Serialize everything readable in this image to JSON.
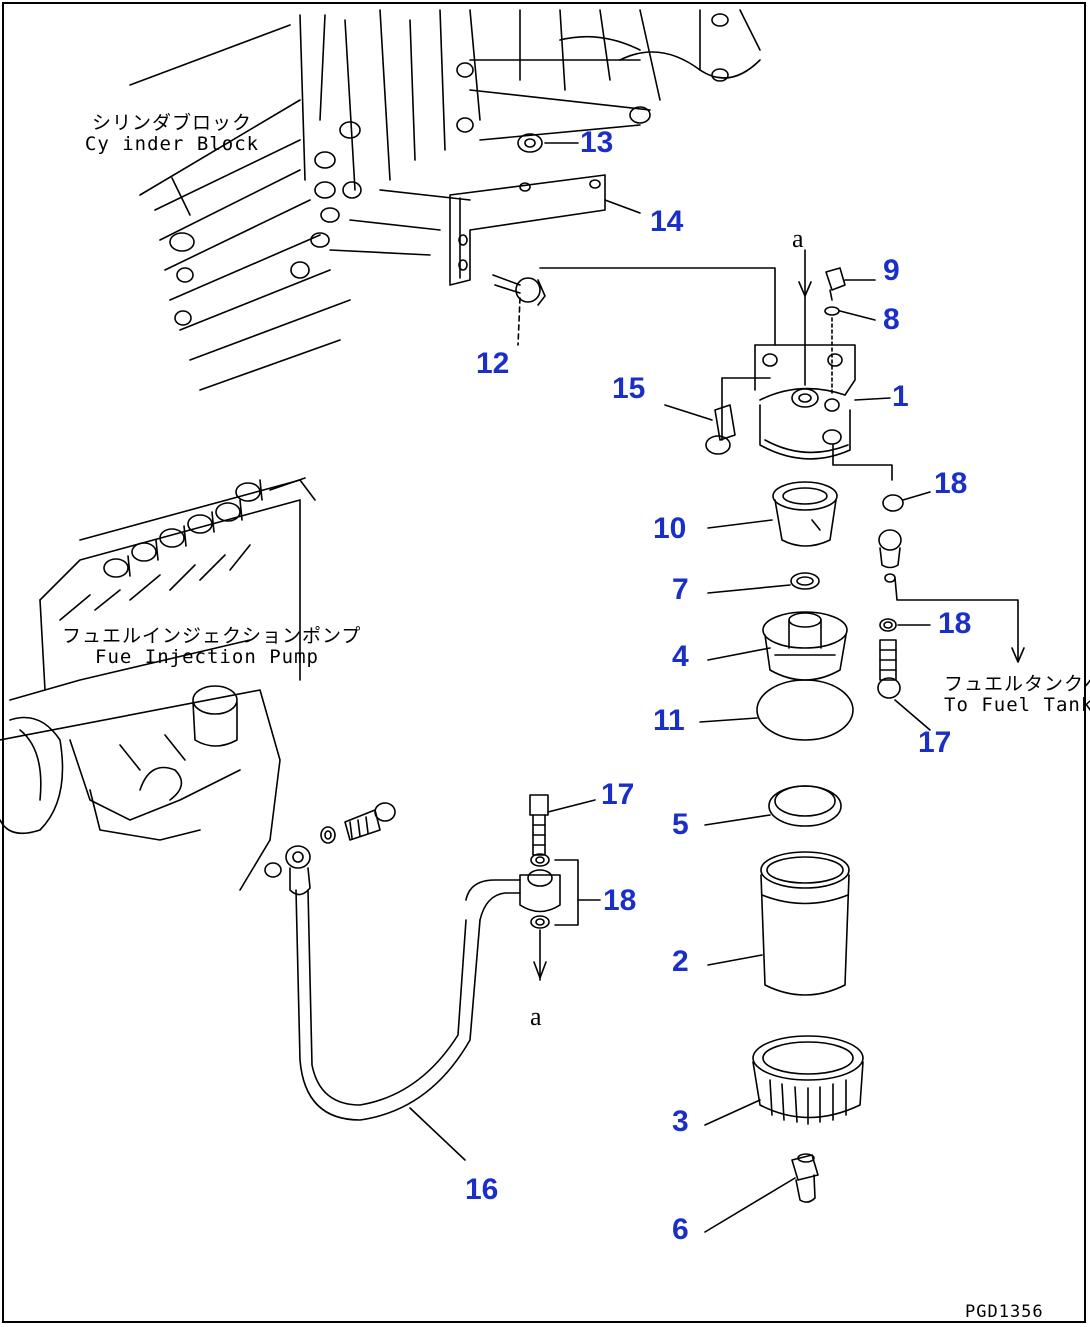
{
  "labels": {
    "cylinder_block_jp": "シリンダブロック",
    "cylinder_block_en": "Cy inder Block",
    "fuel_pump_jp": "フュエルインジェクションポンプ",
    "fuel_pump_en": "Fue  Injection Pump",
    "fuel_tank_jp": "フュエルタンクへ",
    "fuel_tank_en": "To Fuel Tank"
  },
  "callouts": {
    "c1": "1",
    "c2": "2",
    "c3": "3",
    "c4": "4",
    "c5": "5",
    "c6": "6",
    "c7": "7",
    "c8": "8",
    "c9": "9",
    "c10": "10",
    "c11": "11",
    "c12": "12",
    "c13": "13",
    "c14": "14",
    "c15": "15",
    "c16": "16",
    "c17a": "17",
    "c17b": "17",
    "c18a": "18",
    "c18b": "18",
    "c18c": "18"
  },
  "markers": {
    "a_top": "a",
    "a_bottom": "a"
  },
  "drawing_code": "PGD1356",
  "colors": {
    "callout": "#1a2fc8",
    "line": "#000000"
  }
}
